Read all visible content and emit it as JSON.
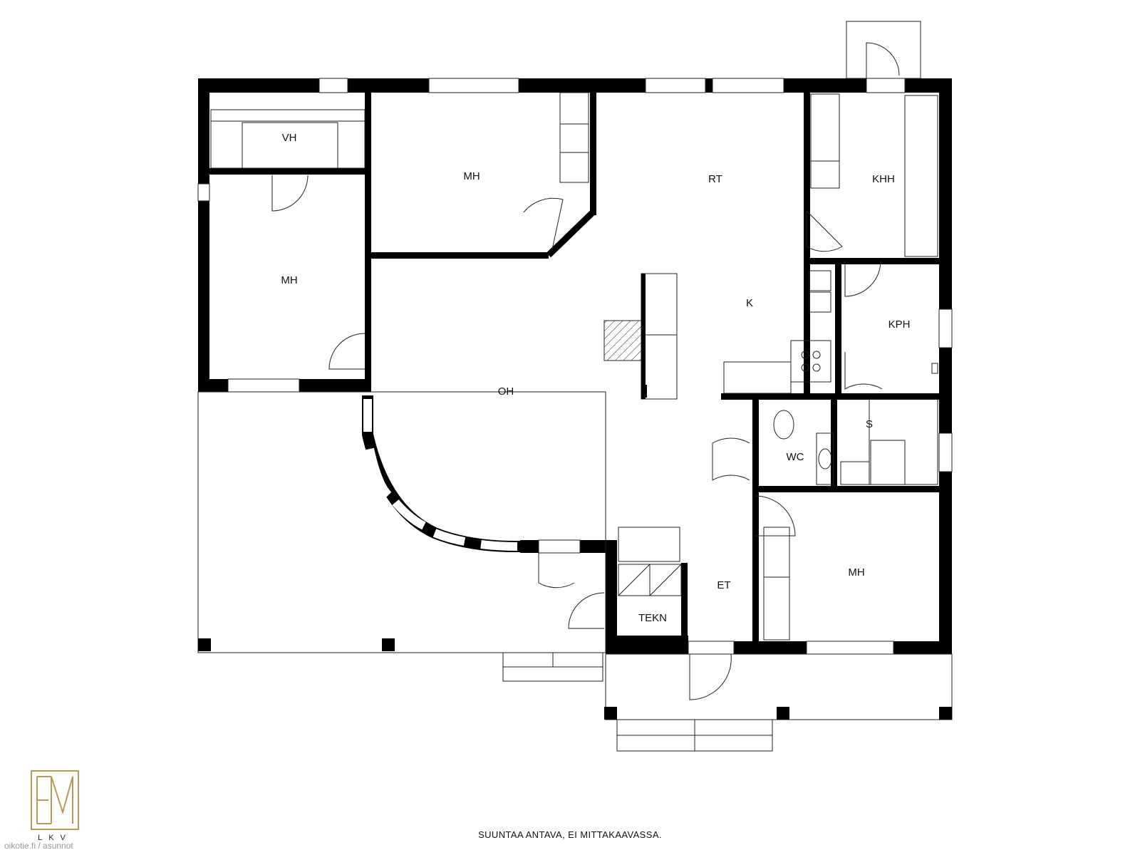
{
  "rooms": {
    "vh": "VH",
    "mh_top": "MH",
    "mh_left": "MH",
    "rt": "RT",
    "khh": "KHH",
    "k": "K",
    "kph": "KPH",
    "oh": "OH",
    "wc": "WC",
    "s": "S",
    "mh_right": "MH",
    "et": "ET",
    "tekn": "TEKN"
  },
  "caption": "SUUNTAA ANTAVA, EI MITTAKAAVASSA.",
  "logo": {
    "brand_sub": "LKV",
    "color": "#b8985a"
  },
  "watermark": "oikotie.fi / asunnot",
  "colors": {
    "wall": "#000000",
    "thin_line": "#222222",
    "background": "#ffffff"
  }
}
